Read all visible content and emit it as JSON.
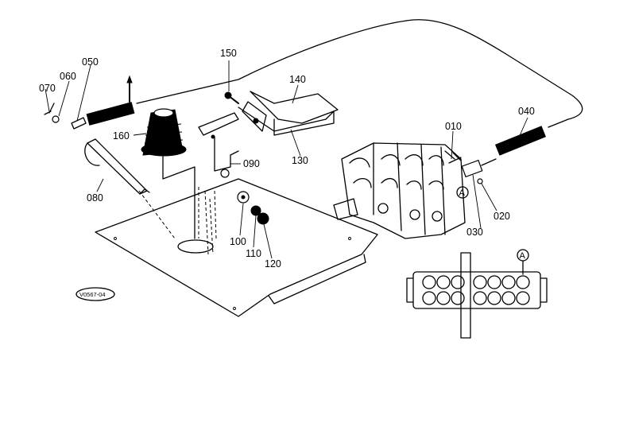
{
  "figure_code": "V0567-04",
  "callout_marker": "A",
  "part_labels": [
    "010",
    "020",
    "030",
    "040",
    "050",
    "060",
    "070",
    "080",
    "090",
    "100",
    "110",
    "120",
    "130",
    "140",
    "150",
    "160"
  ]
}
